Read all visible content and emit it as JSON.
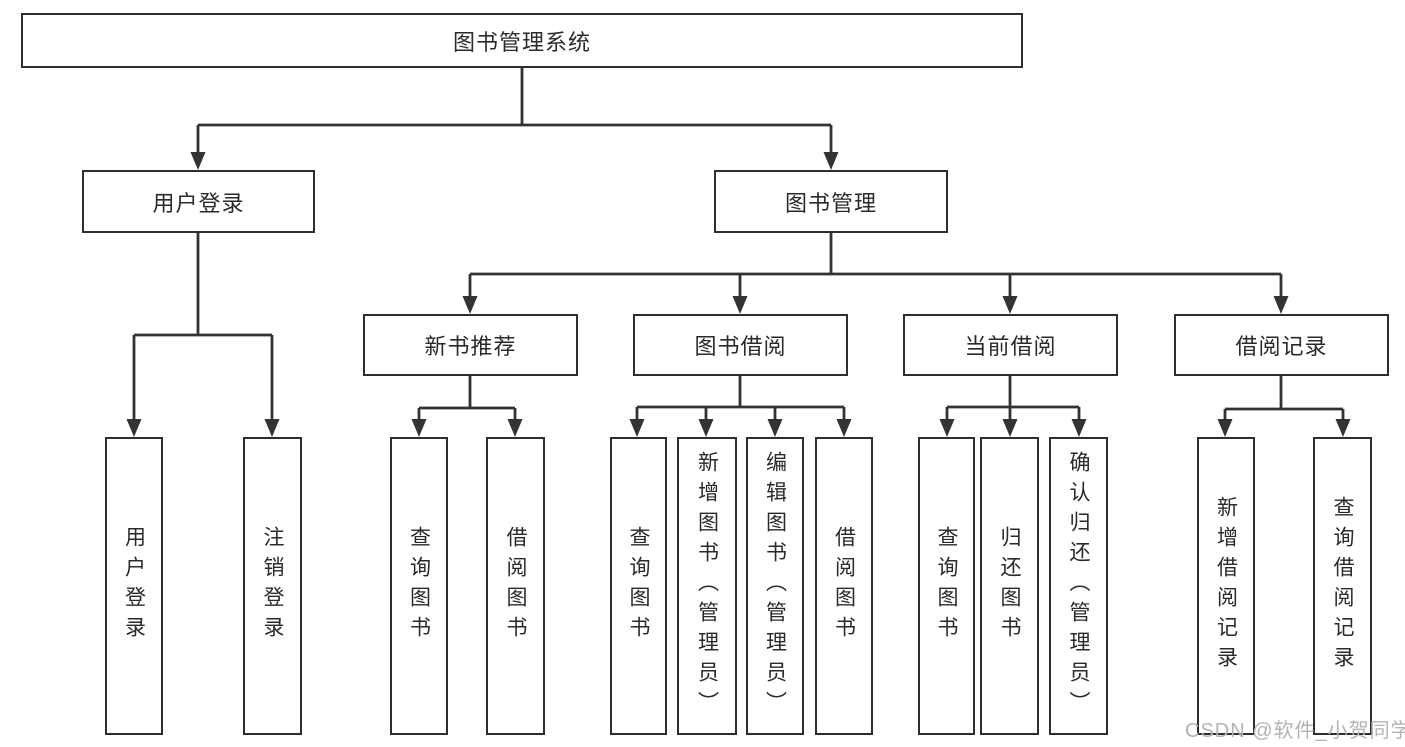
{
  "diagram": {
    "tree": {
      "label": "图书管理系统",
      "children": [
        {
          "label": "用户登录",
          "children": [
            {
              "label": "用户登录"
            },
            {
              "label": "注销登录"
            }
          ]
        },
        {
          "label": "图书管理",
          "children": [
            {
              "label": "新书推荐",
              "children": [
                {
                  "label": "查询图书"
                },
                {
                  "label": "借阅图书"
                }
              ]
            },
            {
              "label": "图书借阅",
              "children": [
                {
                  "label": "查询图书"
                },
                {
                  "label": "新增图书（管理员）"
                },
                {
                  "label": "编辑图书（管理员）"
                },
                {
                  "label": "借阅图书"
                }
              ]
            },
            {
              "label": "当前借阅",
              "children": [
                {
                  "label": "查询图书"
                },
                {
                  "label": "归还图书"
                },
                {
                  "label": "确认归还（管理员）"
                }
              ]
            },
            {
              "label": "借阅记录",
              "children": [
                {
                  "label": "新增借阅记录"
                },
                {
                  "label": "查询借阅记录"
                }
              ]
            }
          ]
        }
      ]
    }
  },
  "watermark": {
    "text": "CSDN @软件_小贺同学"
  },
  "colors": {
    "line": "#333333",
    "box_border": "#2e2e2e",
    "text": "#2a2a2a",
    "background": "#ffffff",
    "watermark": "#b3b3b3"
  }
}
